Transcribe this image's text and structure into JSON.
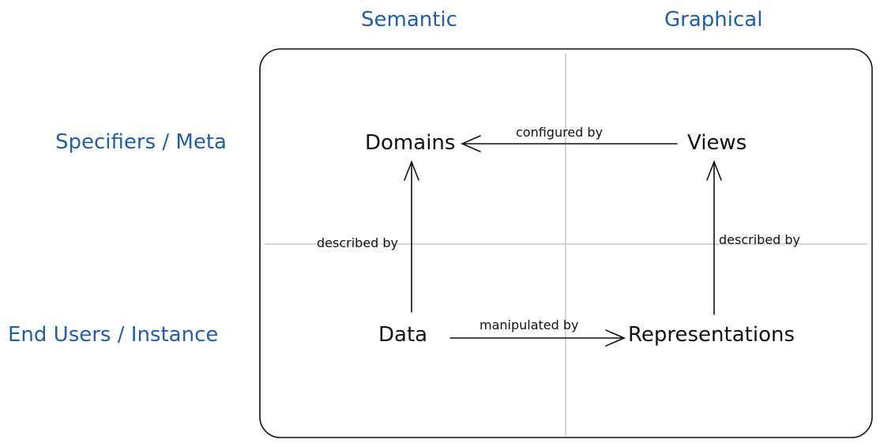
{
  "columns": {
    "semantic": "Semantic",
    "graphical": "Graphical"
  },
  "rows": {
    "meta": "Specifiers / Meta",
    "instance": "End Users / Instance"
  },
  "nodes": {
    "domains": "Domains",
    "views": "Views",
    "data": "Data",
    "representations": "Representations"
  },
  "edges": {
    "views_to_domains": "configured by",
    "data_to_domains": "described by",
    "representations_to_views": "described by",
    "data_to_representations": "manipulated by"
  },
  "colors": {
    "axis_label": "#1f5fa8",
    "ink": "#111111",
    "grid": "#c8c8c8"
  }
}
